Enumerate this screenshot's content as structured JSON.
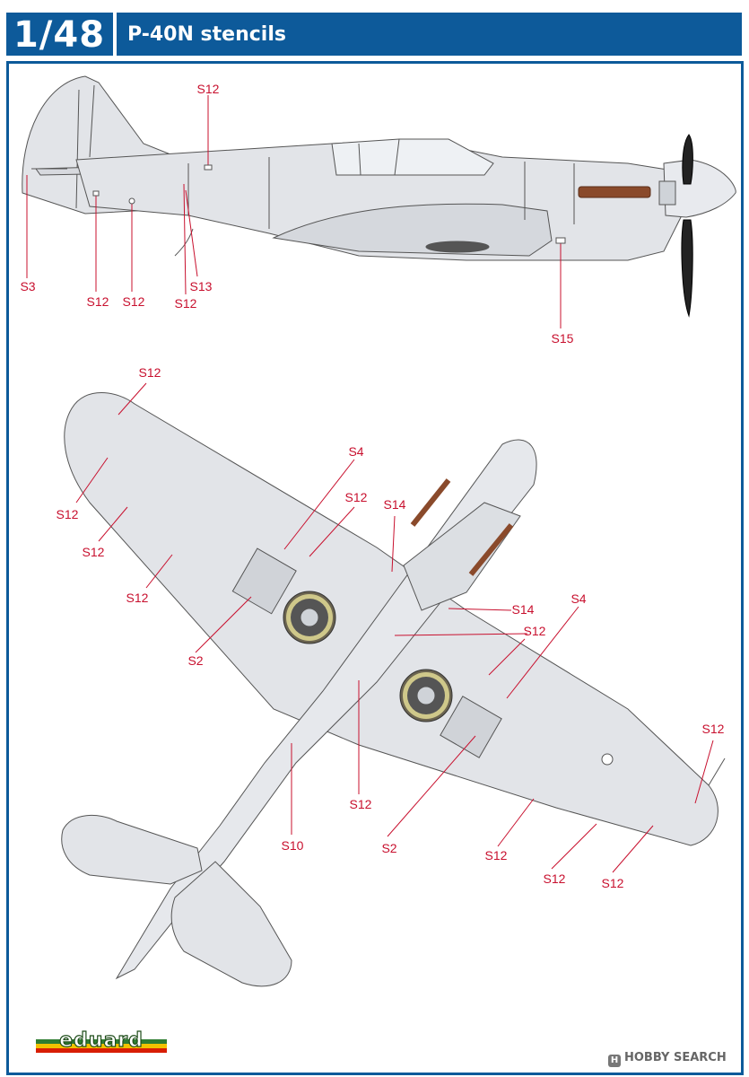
{
  "header": {
    "scale": "1/48",
    "title": "P-40N stencils"
  },
  "brand": {
    "logo": "eduard",
    "watermark": "HOBBY SEARCH",
    "watermark_icon": "hobbysearch-icon"
  },
  "colors": {
    "header_blue": "#0d5a9a",
    "label_red": "#c8102e",
    "aircraft_grey": "#e2e4e8",
    "brand_green": "#2e7d32",
    "brand_yellow": "#f2c200",
    "brand_red": "#d81e05"
  },
  "side_view": {
    "labels": [
      "S12",
      "S3",
      "S12",
      "S12",
      "S13",
      "S12",
      "S15"
    ]
  },
  "bottom_view": {
    "labels": [
      "S12",
      "S4",
      "S12",
      "S14",
      "S12",
      "S12",
      "S12",
      "S2",
      "S14",
      "S4",
      "S12",
      "S12",
      "S10",
      "S12",
      "S2",
      "S12",
      "S12",
      "S12"
    ]
  }
}
